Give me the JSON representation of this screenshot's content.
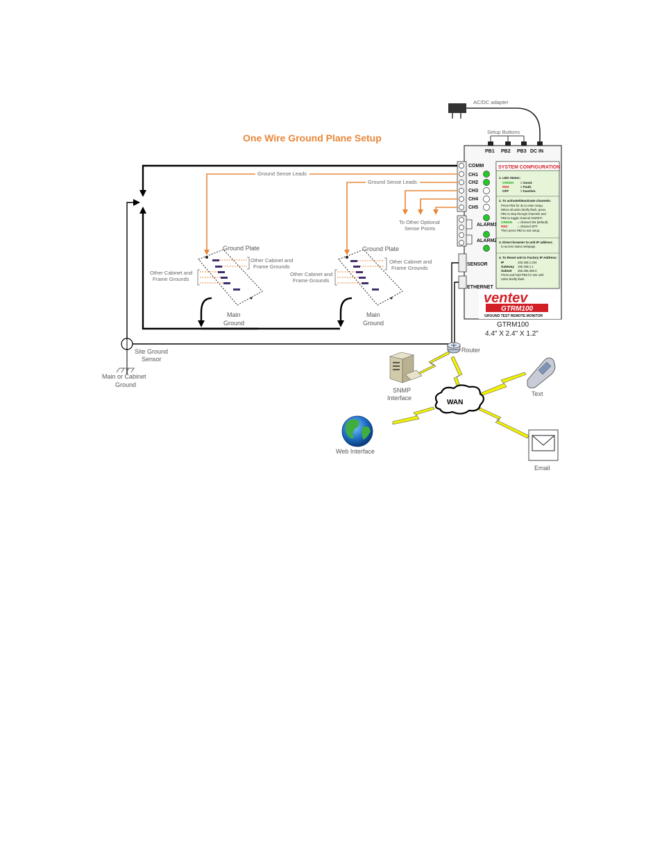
{
  "title": "One Wire Ground Plane Setup",
  "colors": {
    "title": "#E8873A",
    "sense_lead": "#E8873A",
    "led_on": "#22CC22",
    "config_panel": "#E6F4D8",
    "config_header": "#D21F26",
    "brand_red": "#D21F26",
    "lightning": "#F2F200"
  },
  "labels": {
    "ac_adapter": "AC/DC adapter",
    "setup_buttons": "Setup Buttons",
    "ground_sense_leads": "Ground Sense Leads",
    "to_other_optional_1": "To Other Optional",
    "to_other_optional_2": "Sense Points",
    "ground_plate": "Ground Plate",
    "other_cabinet_1": "Other Cabinet and",
    "other_cabinet_2": "Frame Grounds",
    "main": "Main",
    "ground": "Ground",
    "site_ground_1": "Site Ground",
    "site_ground_2": "Sensor",
    "main_cabinet_1": "Main or Cabinet",
    "main_cabinet_2": "Ground",
    "device_name": "GTRM100",
    "device_dims": "4.4\" X 2.4\" X 1.2\"",
    "router": "Router",
    "snmp_1": "SNMP",
    "snmp_2": "Interface",
    "wan": "WAN",
    "text": "Text",
    "web_interface": "Web Interface",
    "email": "Email"
  },
  "device": {
    "buttons": [
      "PB1",
      "PB2",
      "PB3",
      "DC IN"
    ],
    "ports": [
      "COMM",
      "CH1",
      "CH2",
      "CH3",
      "CH4",
      "CH5"
    ],
    "alarms": [
      "ALARM1",
      "ALARM2"
    ],
    "sensor": "SENSOR",
    "ethernet": "ETHERNET",
    "brand": "ventev",
    "model": "GTRM100",
    "subtitle": "GROUND TEST REMOTE MONITOR",
    "leds_on": [
      "CH1",
      "CH2",
      "ALARM1",
      "ALARM2"
    ]
  },
  "config": {
    "header": "SYSTEM CONFIGURATION",
    "s1_title": "1. LED Status:",
    "s1_green": "GREEN",
    "s1_green_v": "=  Good.",
    "s1_red": "RED",
    "s1_red_v": "=  Fault.",
    "s1_off": "OFF",
    "s1_off_v": "=  Inactive.",
    "s2_title": "2. To activate/deactivate channels:",
    "s2_l1": "Press PB3 for 3s to enter setup.",
    "s2_l2": "When all LEDs briefly flash, press",
    "s2_l3": "PB1 to step through channels and",
    "s2_l4": "PB2 to toggle channel ON/OFF.",
    "s2_green": "GREEN",
    "s2_green_v": "= channel ON (default).",
    "s2_red": "RED",
    "s2_red_v": "= channel OFF.",
    "s2_l5": "Then press PB3 to exit  setup.",
    "s3_title": "3. Direct browser to unit IP address",
    "s3_l1": "to access status webpage.",
    "s4_title": "4. To Reset unit to Factory IP Address:",
    "ip_k": "IP",
    "ip_v": "192.168.1.234",
    "gw_k": "Gateway",
    "gw_v": "192.168.1.1",
    "sn_k": "Subnet",
    "sn_v": "255.255.255.0",
    "s4_l1": "Press and hold PB3 for 10s until",
    "s4_l2": "LEDs briefly flash."
  }
}
